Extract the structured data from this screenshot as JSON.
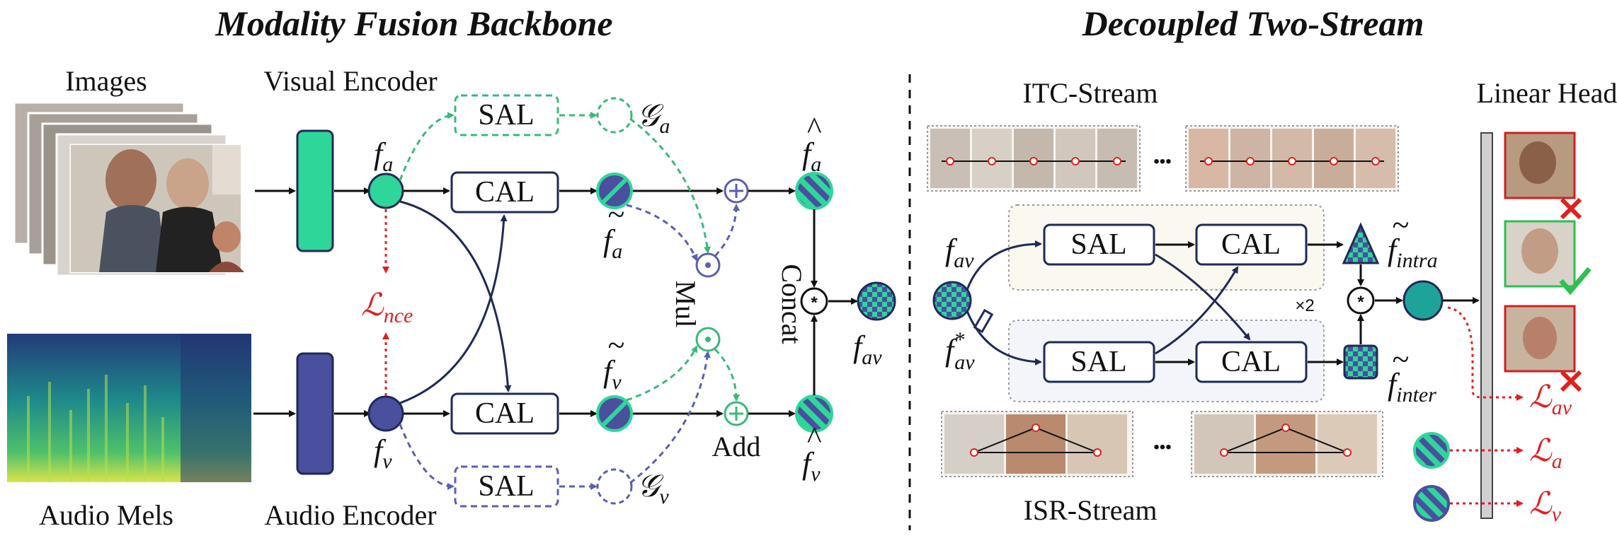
{
  "titles": {
    "left": "Modality Fusion Backbone",
    "right": "Decoupled Two-Stream"
  },
  "labels": {
    "images": "Images",
    "visual_encoder": "Visual Encoder",
    "audio_mels": "Audio Mels",
    "audio_encoder": "Audio Encoder",
    "mul": "Mul",
    "add": "Add",
    "concat": "Concat",
    "itc_stream": "ITC-Stream",
    "isr_stream": "ISR-Stream",
    "linear_head": "Linear Head",
    "times_two": "×2",
    "ellipsis": "•••"
  },
  "boxes": {
    "sal": "SAL",
    "cal": "CAL"
  },
  "math": {
    "f_a": "f",
    "f_a_sub": "a",
    "f_v": "f",
    "f_v_sub": "v",
    "g_a": "𝒢",
    "g_a_sub": "a",
    "g_v": "𝒢",
    "g_v_sub": "v",
    "f_av": "f",
    "f_av_sub": "av",
    "f_av_star_sup": "*",
    "f_intra_sub": "intra",
    "f_inter_sub": "inter",
    "l_nce": "ℒ",
    "l_nce_sub": "nce",
    "l_av_sub": "av",
    "l_a_sub": "a",
    "l_v_sub": "v",
    "hat": "^",
    "tilde": "~"
  },
  "colors": {
    "visual": "#2fd69a",
    "audio": "#4a4f9e",
    "visual_dash": "#3bb87a",
    "audio_dash": "#5a5fb0",
    "dark_arrow": "#1f2a55",
    "red": "#e02020",
    "green_check": "#2ec050"
  }
}
